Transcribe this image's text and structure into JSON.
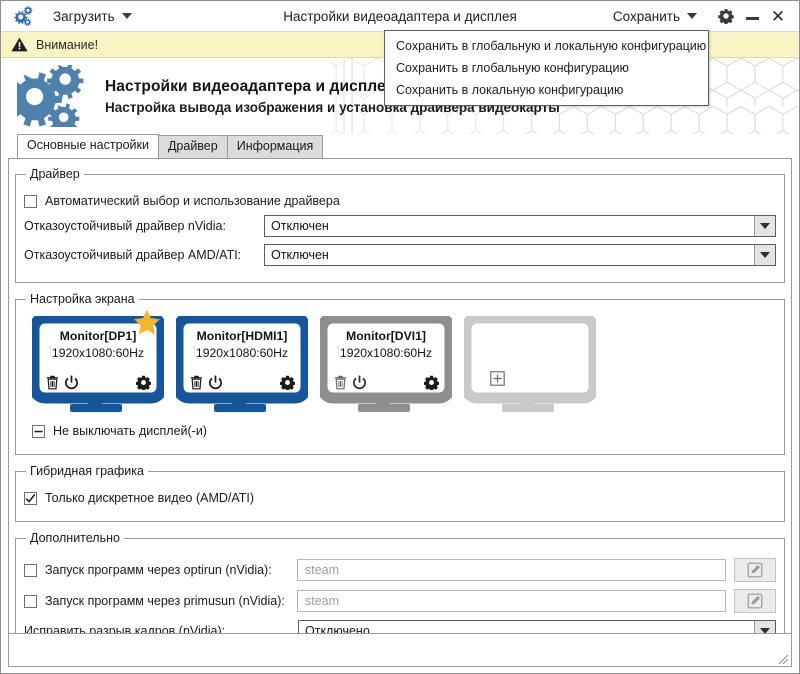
{
  "window": {
    "title": "Настройки видеоадаптера и дисплея",
    "app_icon": "gears-icon",
    "load_menu_label": "Загрузить",
    "save_menu_label": "Сохранить",
    "settings_icon": "gear-icon",
    "minimize_icon": "minimize-icon",
    "close_icon": "close-icon"
  },
  "warning": {
    "icon": "warning-triangle-icon",
    "text": "Внимание!"
  },
  "banner": {
    "icon": "gears-icon",
    "title": "Настройки видеоадаптера и дисплея",
    "subtitle": "Настройка вывода изображения и установка драйвера видеокарты"
  },
  "save_menu": {
    "items": [
      {
        "label": "Сохранить в глобальную и локальную конфигурацию"
      },
      {
        "label": "Сохранить в глобальную конфигурацию"
      },
      {
        "label": "Сохранить в локальную конфигурацию"
      }
    ]
  },
  "tabs": [
    {
      "label": "Основные настройки",
      "active": true
    },
    {
      "label": "Драйвер",
      "active": false
    },
    {
      "label": "Информация",
      "active": false
    }
  ],
  "driver_group": {
    "legend": "Драйвер",
    "auto_checkbox": {
      "label": "Автоматический выбор и использование драйвера",
      "state": "unchecked"
    },
    "nvidia": {
      "label": "Отказоустойчивый драйвер nVidia:",
      "value": "Отключен"
    },
    "amd": {
      "label": "Отказоустойчивый драйвер AMD/ATI:",
      "value": "Отключен"
    }
  },
  "screen_group": {
    "legend": "Настройка экрана",
    "monitors": [
      {
        "name": "Monitor[DP1]",
        "resolution": "1920x1080:60Hz",
        "color": "#15559a",
        "primary": true,
        "star_icon": "star-icon",
        "delete_icon": "trash-icon",
        "power_icon": "power-icon",
        "settings_icon": "gear-icon"
      },
      {
        "name": "Monitor[HDMI1]",
        "resolution": "1920x1080:60Hz",
        "color": "#15559a",
        "primary": false,
        "delete_icon": "trash-icon",
        "power_icon": "power-icon",
        "settings_icon": "gear-icon"
      },
      {
        "name": "Monitor[DVI1]",
        "resolution": "1920x1080:60Hz",
        "color": "#8e8e8e",
        "primary": false,
        "delete_icon": "trash-icon",
        "power_icon": "power-icon",
        "settings_icon": "gear-icon"
      }
    ],
    "add_monitor": {
      "color": "#c9c9c9",
      "plus_icon": "plus-box-icon"
    },
    "keep_displays_on": {
      "label": "Не выключать дисплей(-и)",
      "state": "indeterminate"
    }
  },
  "hybrid_group": {
    "legend": "Гибридная графика",
    "discrete_only": {
      "label": "Только дискретное видео (AMD/ATI)",
      "state": "checked"
    }
  },
  "additional_group": {
    "legend": "Дополнительно",
    "optirun": {
      "label": "Запуск программ через optirun (nVidia):",
      "state": "unchecked",
      "placeholder": "steam",
      "value": "",
      "edit_icon": "pencil-square-icon"
    },
    "primusun": {
      "label": "Запуск программ через primusun (nVidia):",
      "state": "unchecked",
      "placeholder": "steam",
      "value": "",
      "edit_icon": "pencil-square-icon"
    },
    "vsync": {
      "label": "Исправить разрыв кадров (nVidia):",
      "value": "Отключено"
    }
  },
  "colors": {
    "accent_blue": "#15559a",
    "warning_bg": "#f7f3c2",
    "gray_monitor": "#8e8e8e",
    "add_monitor_gray": "#c9c9c9",
    "star_yellow": "#f5b526"
  },
  "resize_grip": "resize-grip-icon"
}
